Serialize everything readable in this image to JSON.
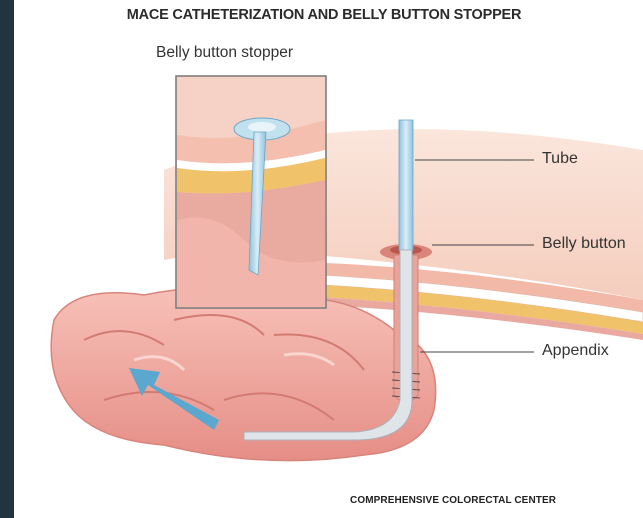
{
  "title": "MACE CATHETERIZATION AND BELLY BUTTON STOPPER",
  "inset": {
    "label": "Belly button stopper"
  },
  "callouts": {
    "tube": "Tube",
    "belly_button": "Belly button",
    "appendix": "Appendix"
  },
  "credit": "COMPREHENSIVE COLORECTAL CENTER",
  "colors": {
    "background": "#22343f",
    "skin": "#f7d9cc",
    "fat_layer": "#f0c26a",
    "intestine": "#f2a8a0",
    "tube": "#a9d3e8",
    "arrow": "#5aa7cf"
  }
}
